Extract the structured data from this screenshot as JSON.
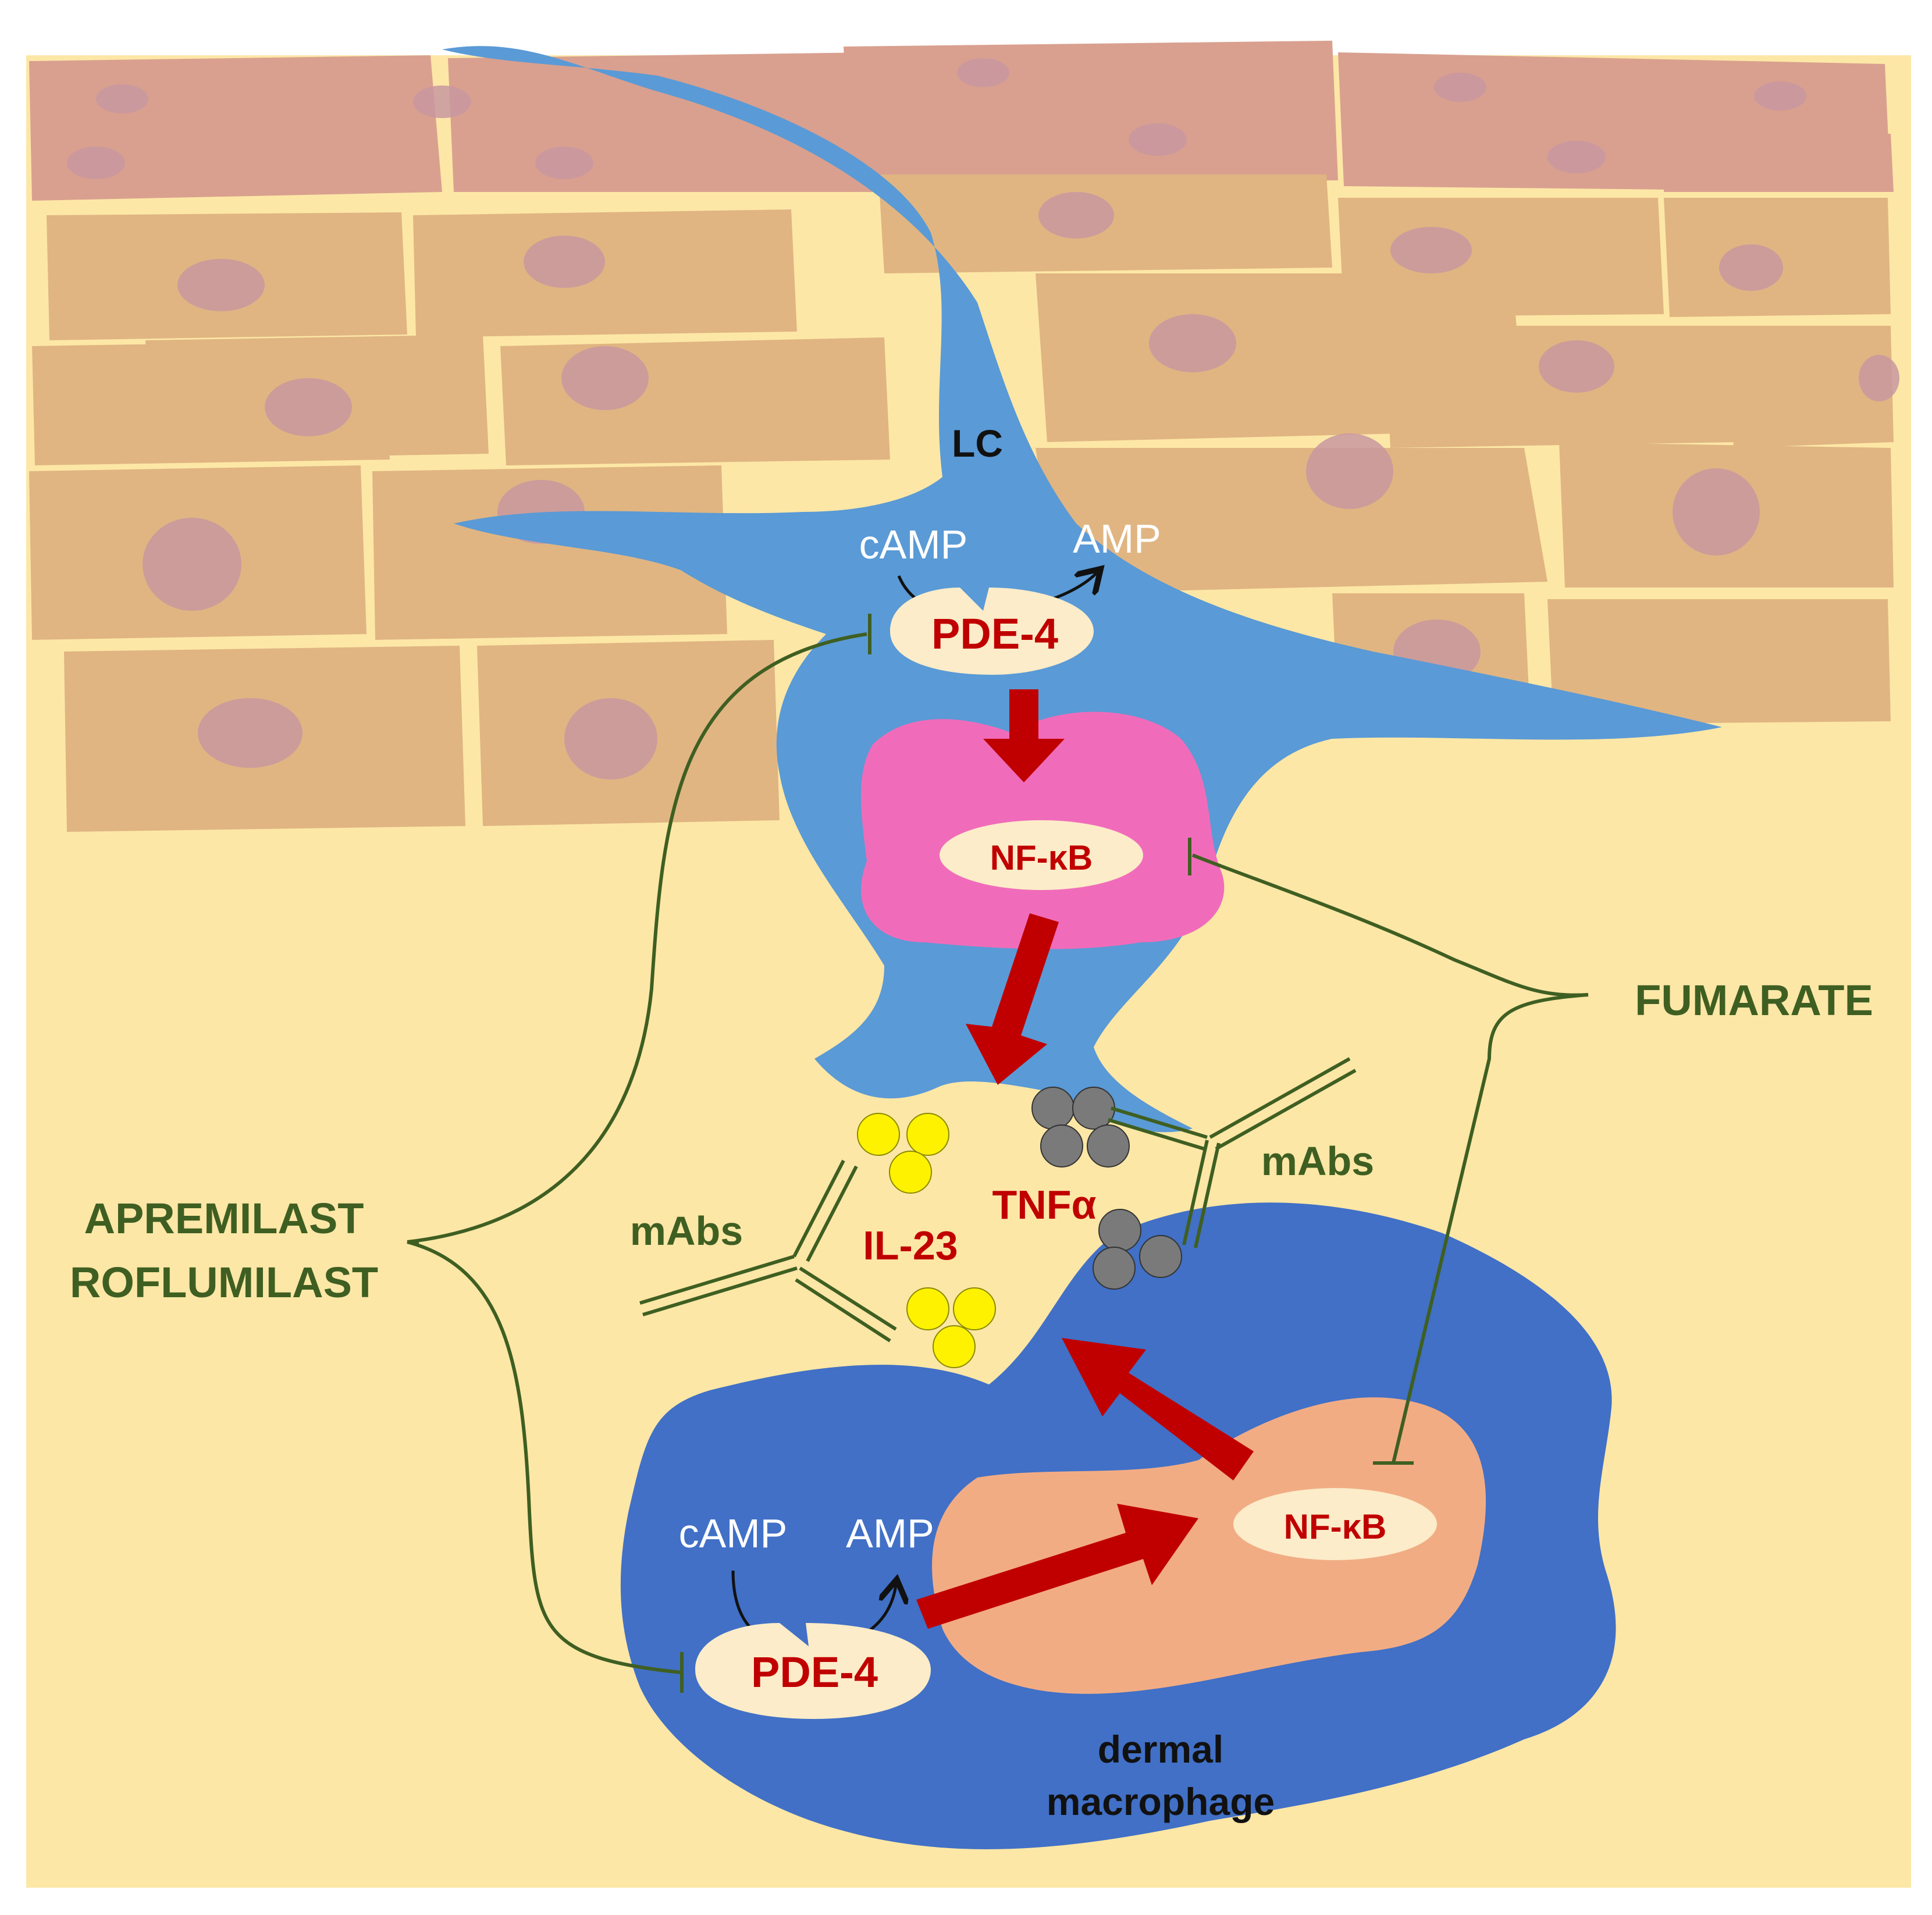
{
  "cells": {
    "langerhans": {
      "label": "LC"
    },
    "macrophage": {
      "label_line1": "dermal",
      "label_line2": "macrophage"
    }
  },
  "lc_pathway": {
    "substrate": "cAMP",
    "product": "AMP",
    "enzyme": "PDE-4",
    "transcription_factor": "NF-κB"
  },
  "macrophage_pathway": {
    "substrate": "cAMP",
    "product": "AMP",
    "enzyme": "PDE-4",
    "transcription_factor": "NF-κB"
  },
  "cytokines": {
    "il23": "IL-23",
    "tnfa": "TNFα"
  },
  "antibodies": {
    "left_label": "mAbs",
    "right_label": "mAbs"
  },
  "drugs": {
    "pde4_inhibitor_1": "APREMILAST",
    "pde4_inhibitor_2": "ROFLUMILAST",
    "nfkb_inhibitor": "FUMARATE"
  },
  "colors": {
    "background": "#fde7a6",
    "keratinocyte_top": "#d9a08f",
    "keratinocyte": "#e0b582",
    "keratinocyte_nucleus": "#c898a0",
    "lc_body": "#5a9ad6",
    "lc_nucleus": "#f06cba",
    "macrophage_body": "#4170c6",
    "macrophage_nucleus": "#f2ac84",
    "enzyme_fill": "#fcecc9",
    "activation_arrow": "#c00000",
    "inhibition_line": "#3f5f22",
    "drug_text": "#3f5f22",
    "il23_particle": "#fff200",
    "tnfa_particle": "#7a7a7a",
    "pathway_text": "#c00000"
  }
}
